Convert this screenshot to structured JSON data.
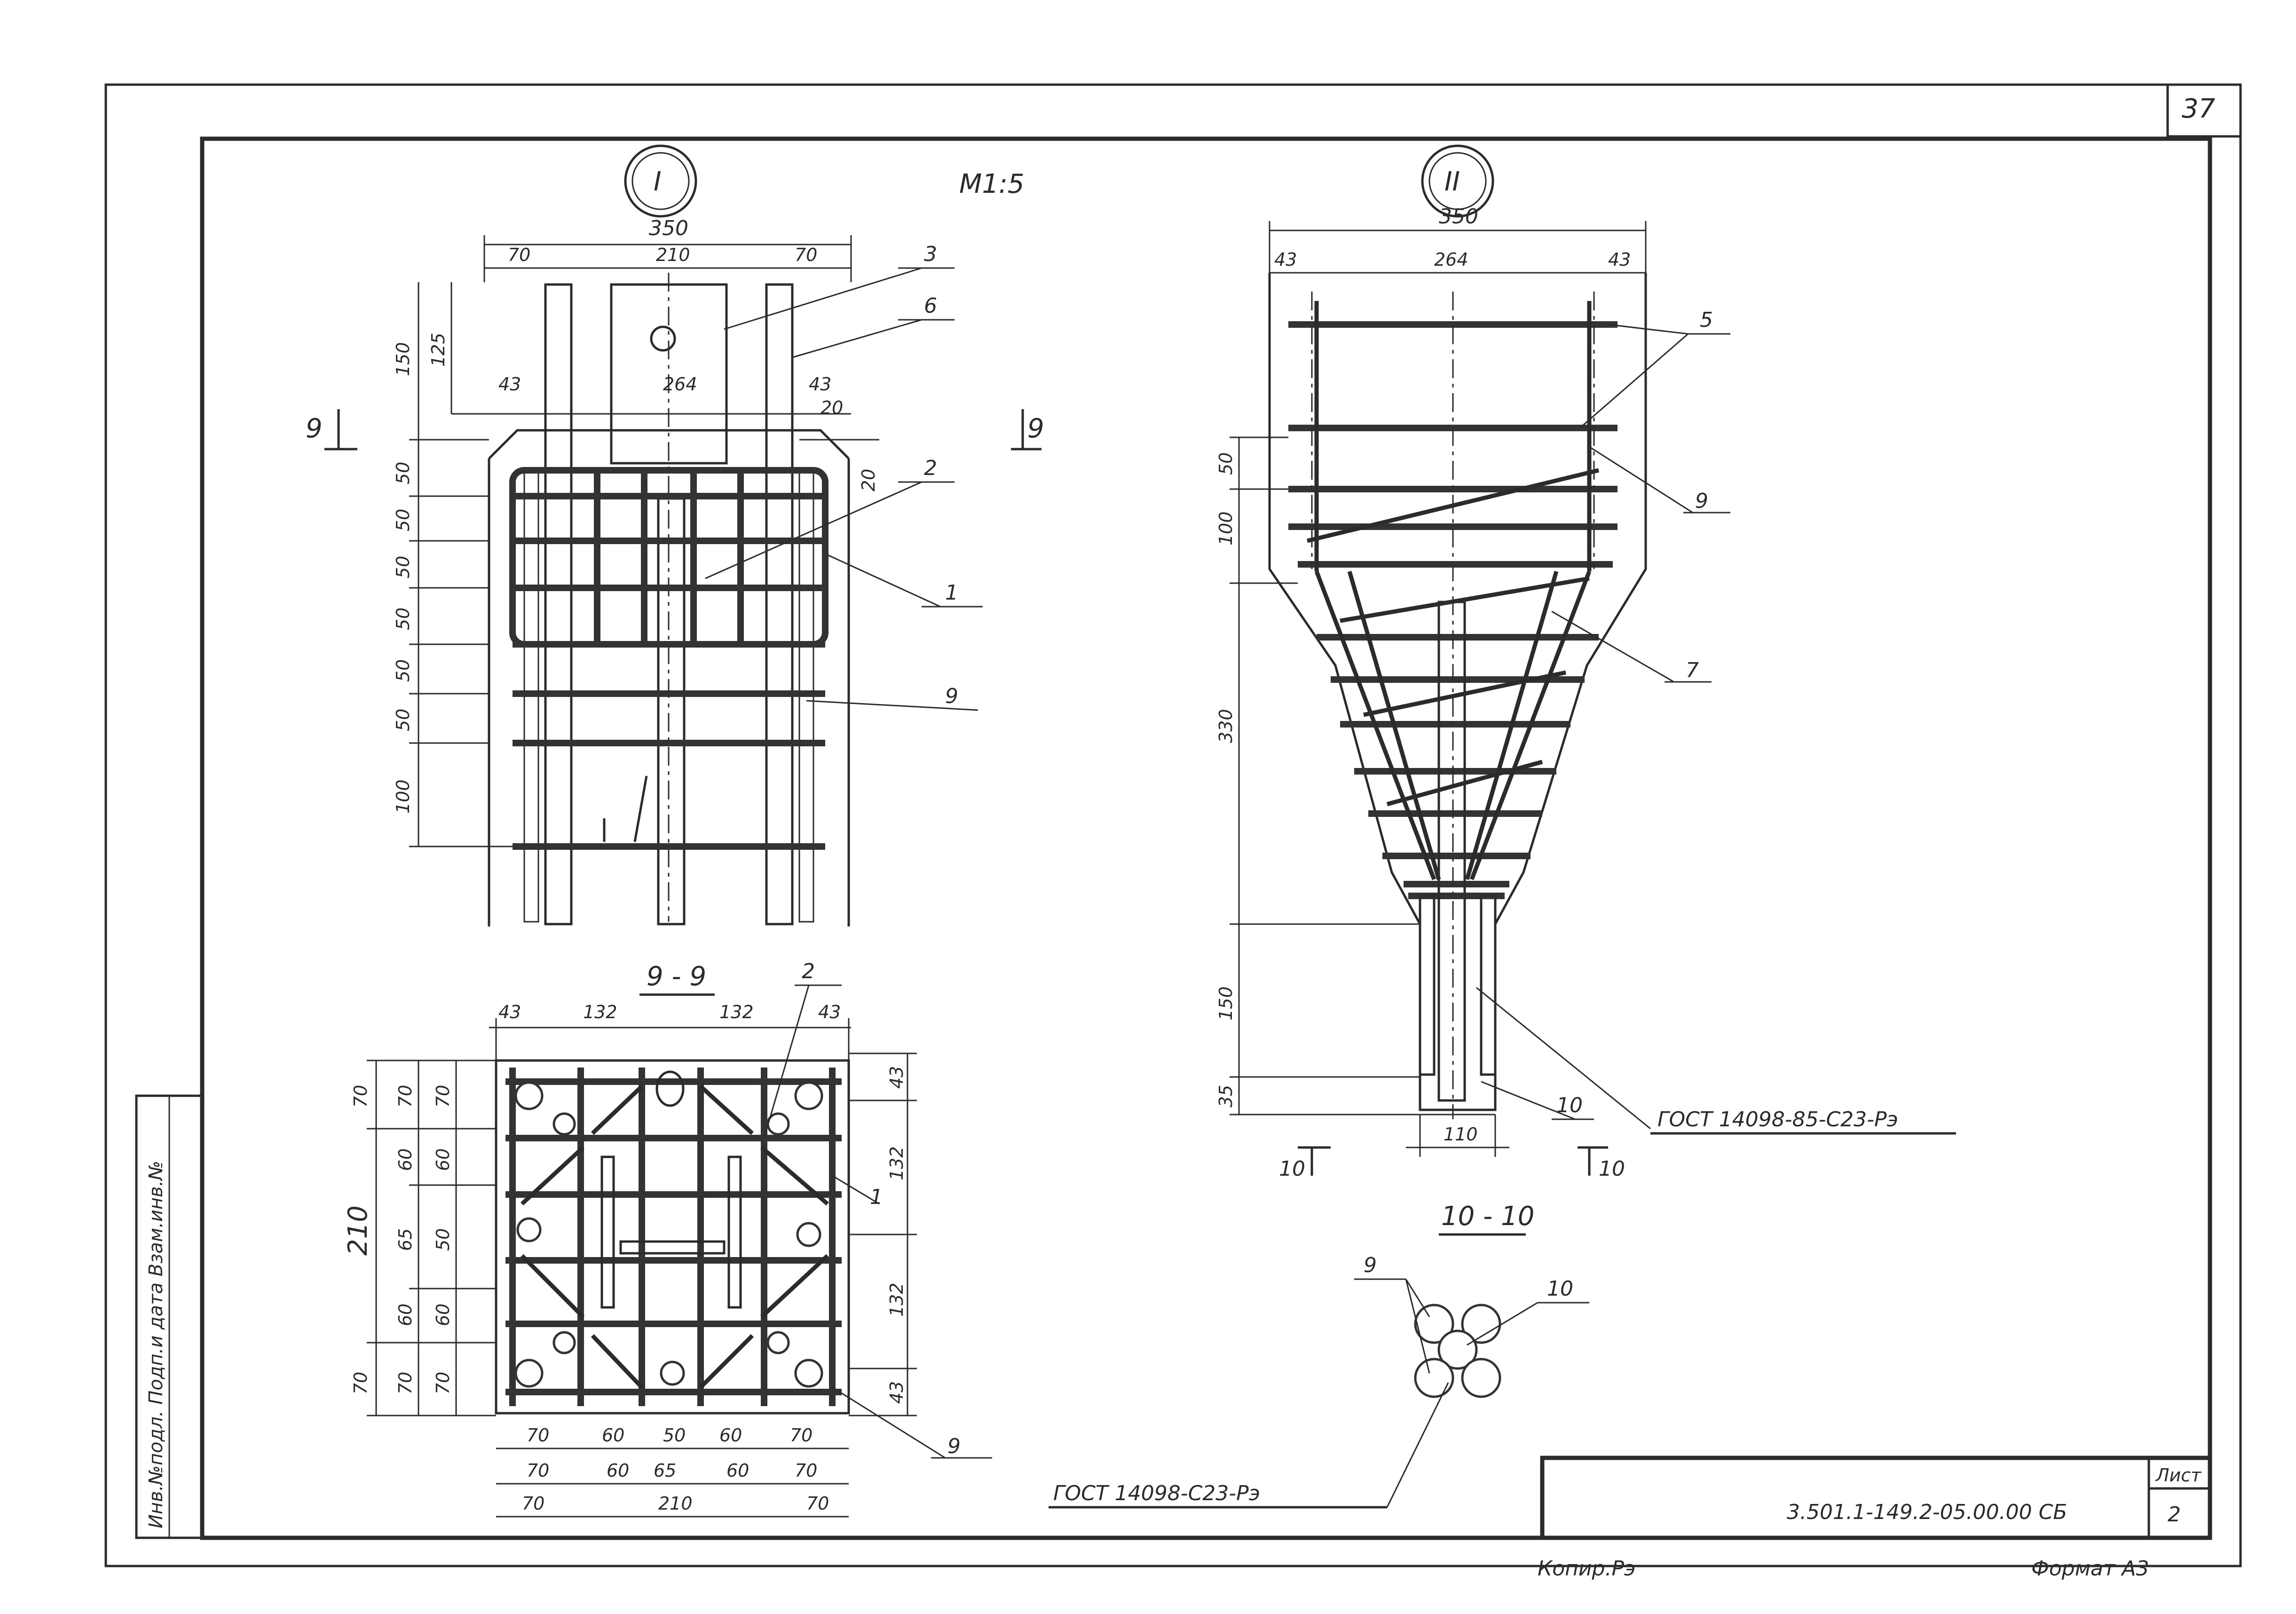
{
  "sheet_no": "37",
  "scale": "M1:5",
  "view1": {
    "roman": "I",
    "dims_top": [
      "350",
      "70",
      "210",
      "70",
      "43",
      "264",
      "43",
      "20",
      "20"
    ],
    "dims_left": [
      "150",
      "125",
      "50",
      "50",
      "50",
      "50",
      "50",
      "50",
      "100"
    ],
    "callouts": [
      "3",
      "6",
      "2",
      "1",
      "9"
    ]
  },
  "view2": {
    "roman": "II",
    "dims_top": [
      "350",
      "43",
      "264",
      "43"
    ],
    "dims_left": [
      "50",
      "100",
      "330",
      "150",
      "35"
    ],
    "dims_bottom": [
      "110"
    ],
    "callouts": [
      "5",
      "9",
      "7",
      "10"
    ],
    "gost": "ГОСТ 14098-85-С23-Рэ",
    "cut_mark": "10"
  },
  "section99": {
    "title": "9 - 9",
    "cut_mark": "9",
    "dims_top": [
      "43",
      "132",
      "132",
      "43"
    ],
    "callout_2": "2",
    "callout_1": "1",
    "callout_9": "9",
    "dims_right": [
      "43",
      "132",
      "132",
      "43"
    ],
    "dims_left_outer": [
      "70",
      "210",
      "70"
    ],
    "dims_left_inner": [
      "70",
      "60",
      "65",
      "60",
      "70"
    ],
    "dims_left_inner2": [
      "70",
      "60",
      "50",
      "60",
      "70"
    ],
    "dims_bottom_row1": [
      "70",
      "60",
      "50",
      "60",
      "70"
    ],
    "dims_bottom_row2": [
      "70",
      "60",
      "65",
      "60",
      "70"
    ],
    "dims_bottom_row3": [
      "70",
      "210",
      "70"
    ]
  },
  "section1010": {
    "title": "10 - 10",
    "callout_9": "9",
    "callout_10": "10",
    "gost": "ГОСТ 14098-С23-Рэ"
  },
  "title_block": {
    "code": "3.501.1-149.2-05.00.00 СБ",
    "sheet_label": "Лист",
    "sheet_value": "2"
  },
  "footer": {
    "copied": "Копир.Рэ",
    "format": "Формат А3"
  },
  "margin_stamp": "Инв.№подл. Подп.и дата Взам.инв.№"
}
